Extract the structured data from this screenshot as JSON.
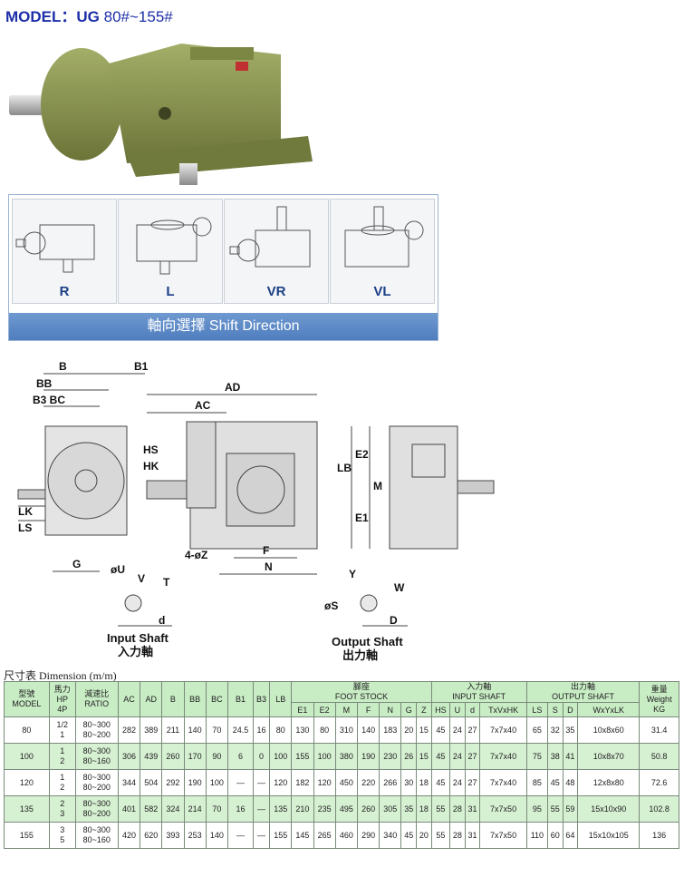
{
  "header": {
    "title_bold": "MODEL：UG",
    "title_rest": " 80#~155#"
  },
  "directions": {
    "items": [
      {
        "label": "R"
      },
      {
        "label": "L"
      },
      {
        "label": "VR"
      },
      {
        "label": "VL"
      }
    ],
    "bar_label": "軸向選擇  Shift Direction"
  },
  "drawing": {
    "labels": {
      "B": "B",
      "B1": "B1",
      "BB": "BB",
      "B3BC": "B3 BC",
      "AD": "AD",
      "AC": "AC",
      "HS": "HS",
      "HK": "HK",
      "LB": "LB",
      "E2": "E2",
      "M": "M",
      "E1": "E1",
      "LK": "LK",
      "LS": "LS",
      "G": "G",
      "Z": "4-øZ",
      "F": "F",
      "N": "N",
      "U": "øU",
      "V": "V",
      "T": "T",
      "d": "d",
      "Y": "Y",
      "W": "W",
      "S": "øS",
      "D": "D"
    },
    "input_caption": [
      "Input Shaft",
      "入力軸"
    ],
    "output_caption": [
      "Output Shaft",
      "出力軸"
    ]
  },
  "table": {
    "caption": "尺寸表 Dimension (m/m)",
    "header": {
      "model": [
        "型號",
        "MODEL"
      ],
      "hp": [
        "馬力",
        "HP",
        "4P"
      ],
      "ratio": [
        "減速比",
        "RATIO"
      ],
      "foot_stock": [
        "腳座",
        "FOOT STOCK"
      ],
      "input_shaft": [
        "入力軸",
        "INPUT SHAFT"
      ],
      "output_shaft": [
        "出力軸",
        "OUTPUT SHAFT"
      ],
      "weight": [
        "重量",
        "Weight",
        "KG"
      ],
      "cols_simple": [
        "AC",
        "AD",
        "B",
        "BB",
        "BC",
        "B1",
        "B3",
        "LB"
      ],
      "cols_foot": [
        "E1",
        "E2",
        "M",
        "F",
        "N",
        "G",
        "Z"
      ],
      "cols_input": [
        "HS",
        "U",
        "d",
        "TxVxHK"
      ],
      "cols_output": [
        "LS",
        "S",
        "D",
        "WxYxLK"
      ]
    },
    "rows": [
      {
        "model": "80",
        "hp": [
          "1/2",
          "1"
        ],
        "ratio": [
          "80~300",
          "80~200"
        ],
        "vals": [
          "282",
          "389",
          "211",
          "140",
          "70",
          "24.5",
          "16",
          "80",
          "130",
          "80",
          "310",
          "140",
          "183",
          "20",
          "15",
          "45",
          "24",
          "27",
          "7x7x40",
          "65",
          "32",
          "35",
          "10x8x60",
          "31.4"
        ]
      },
      {
        "model": "100",
        "hp": [
          "1",
          "2"
        ],
        "ratio": [
          "80~300",
          "80~160"
        ],
        "vals": [
          "306",
          "439",
          "260",
          "170",
          "90",
          "6",
          "0",
          "100",
          "155",
          "100",
          "380",
          "190",
          "230",
          "26",
          "15",
          "45",
          "24",
          "27",
          "7x7x40",
          "75",
          "38",
          "41",
          "10x8x70",
          "50.8"
        ]
      },
      {
        "model": "120",
        "hp": [
          "1",
          "2"
        ],
        "ratio": [
          "80~300",
          "80~200"
        ],
        "vals": [
          "344",
          "504",
          "292",
          "190",
          "100",
          "—",
          "—",
          "120",
          "182",
          "120",
          "450",
          "220",
          "266",
          "30",
          "18",
          "45",
          "24",
          "27",
          "7x7x40",
          "85",
          "45",
          "48",
          "12x8x80",
          "72.6"
        ]
      },
      {
        "model": "135",
        "hp": [
          "2",
          "3"
        ],
        "ratio": [
          "80~300",
          "80~200"
        ],
        "vals": [
          "401",
          "582",
          "324",
          "214",
          "70",
          "16",
          "—",
          "135",
          "210",
          "235",
          "495",
          "260",
          "305",
          "35",
          "18",
          "55",
          "28",
          "31",
          "7x7x50",
          "95",
          "55",
          "59",
          "15x10x90",
          "102.8"
        ]
      },
      {
        "model": "155",
        "hp": [
          "3",
          "5"
        ],
        "ratio": [
          "80~300",
          "80~160"
        ],
        "vals": [
          "420",
          "620",
          "393",
          "253",
          "140",
          "—",
          "—",
          "155",
          "145",
          "265",
          "460",
          "290",
          "340",
          "45",
          "20",
          "55",
          "28",
          "31",
          "7x7x50",
          "110",
          "60",
          "64",
          "15x10x105",
          "136"
        ]
      }
    ]
  },
  "colors": {
    "title": "#1d2fa8",
    "gearbox": "#8a9650",
    "table_header": "#c8ecc4",
    "table_alt": "#d6f0d2",
    "dir_bar": "#5b86c4"
  }
}
